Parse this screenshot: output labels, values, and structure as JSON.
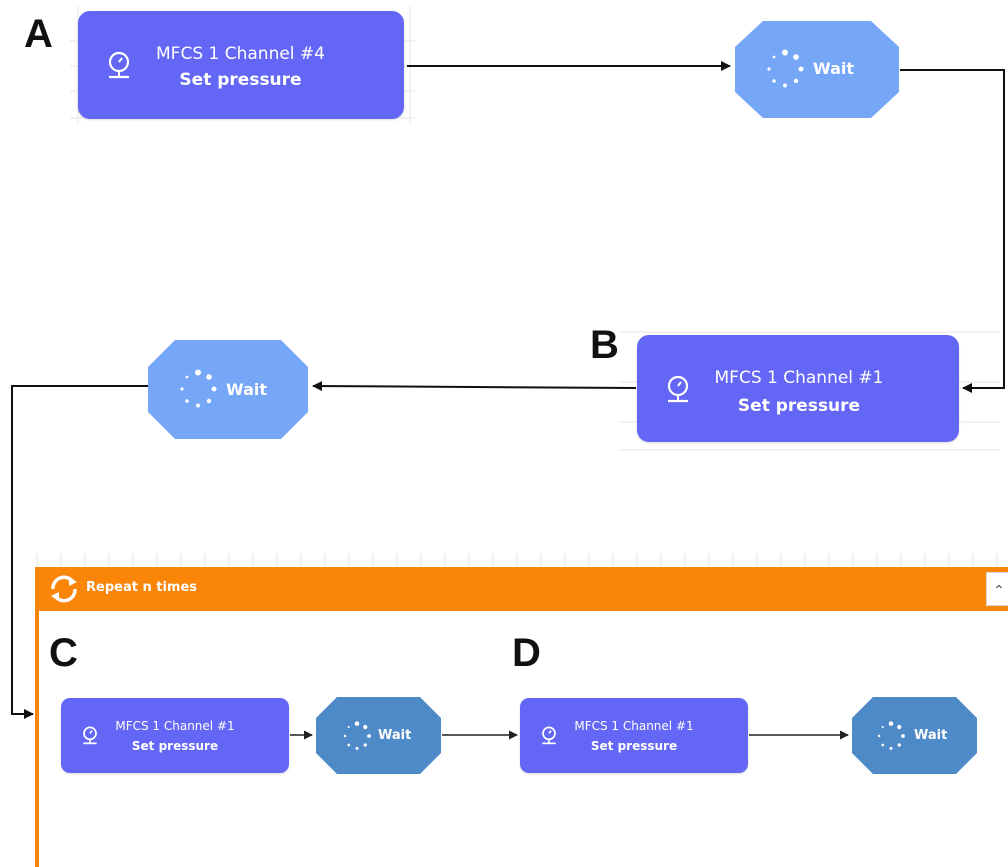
{
  "panel_labels": {
    "a": "A",
    "b": "B",
    "c": "C",
    "d": "D"
  },
  "node_a": {
    "line1": "MFCS 1 Channel #4",
    "line2": "Set pressure",
    "icon": "pressure-gauge-icon"
  },
  "wait_1": {
    "label": "Wait",
    "icon": "spinner-icon"
  },
  "node_b": {
    "line1": "MFCS 1 Channel #1",
    "line2": "Set pressure",
    "icon": "pressure-gauge-icon"
  },
  "wait_2": {
    "label": "Wait",
    "icon": "spinner-icon"
  },
  "loop": {
    "title": "Repeat n times",
    "icon": "repeat-icon",
    "collapse_icon": "chevron-up-icon",
    "color": "#f98509"
  },
  "node_c": {
    "line1": "MFCS 1 Channel #1",
    "line2": "Set pressure",
    "icon": "pressure-gauge-icon"
  },
  "wait_3": {
    "label": "Wait",
    "icon": "spinner-icon"
  },
  "node_d": {
    "line1": "MFCS 1 Channel #1",
    "line2": "Set pressure",
    "icon": "pressure-gauge-icon"
  },
  "wait_4": {
    "label": "Wait",
    "icon": "spinner-icon"
  },
  "colors": {
    "action": "#6466f5",
    "wait_light": "#76a6f6",
    "wait_dark": "#4f8ac8",
    "loop": "#f98509"
  }
}
